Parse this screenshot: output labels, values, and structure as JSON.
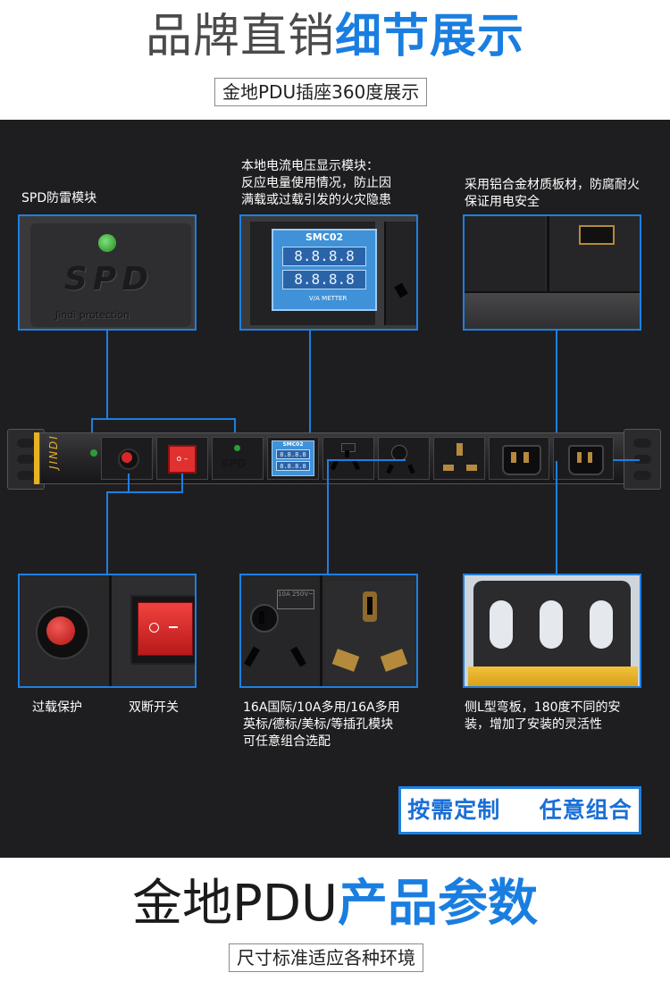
{
  "header": {
    "title_gray": "品牌直销",
    "title_blue": "细节展示",
    "subtitle": "金地PDU插座360度展示"
  },
  "labels": {
    "spd": "SPD防雷模块",
    "meter_line1": "本地电流电压显示模块：",
    "meter_line2": "反应电量使用情况，防止因",
    "meter_line3": "满载或过载引发的火灾隐患",
    "alu_line1": "采用铝合金材质板材，防腐耐火",
    "alu_line2": "保证用电安全",
    "overload": "过载保护",
    "switch": "双断开关",
    "socket_line1": "16A国际/10A多用/16A多用",
    "socket_line2": "英标/德标/美标/等插孔模块",
    "socket_line3": "可任意组合选配",
    "bracket_line1": "侧L型弯板，180度不同的安",
    "bracket_line2": "装，增加了安装的灵活性"
  },
  "product": {
    "brand": "JINDI",
    "spd_text": "SPD",
    "spd_small": "Jindi protection",
    "meter_name": "SMC02",
    "meter_digits": "8.8.8.8",
    "meter_unit": "V/A METTER",
    "rating": "10A 250V~"
  },
  "button": {
    "left": "按需定制",
    "right": "任意组合"
  },
  "footer": {
    "title_black": "金地PDU",
    "title_blue": "产品参数",
    "subtitle": "尺寸标准适应各种环境"
  },
  "colors": {
    "accent": "#1e7fe0",
    "panel": "#1e1e20",
    "brand_yellow": "#e8b224",
    "switch_red": "#d8272b"
  }
}
